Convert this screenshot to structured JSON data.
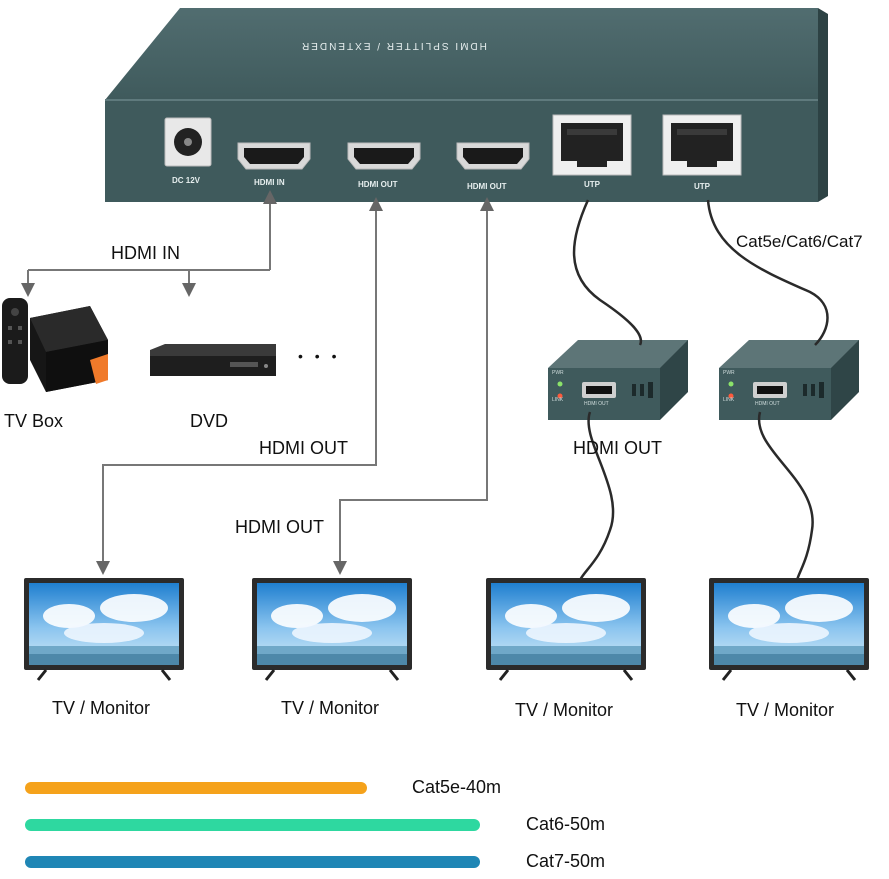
{
  "device": {
    "top_text": "HDMI SPLITTER / EXTENDER",
    "ports": {
      "dc": "DC 12V",
      "hdmi_in": "HDMI IN",
      "hdmi_out_1": "HDMI OUT",
      "hdmi_out_2": "HDMI OUT",
      "utp_1": "UTP",
      "utp_2": "UTP"
    },
    "receiver_1": {
      "led_top": "PWR",
      "led_bottom": "LINK",
      "port": "HDMI OUT"
    },
    "receiver_2": {
      "led_top": "PWR",
      "led_bottom": "LINK",
      "port": "HDMI OUT"
    }
  },
  "labels": {
    "hdmi_in": "HDMI IN",
    "cable_types": "Cat5e/Cat6/Cat7",
    "tv_box": "TV Box",
    "dvd": "DVD",
    "ellipsis": "• • •",
    "hdmi_out_1": "HDMI OUT",
    "hdmi_out_2": "HDMI OUT",
    "hdmi_out_receiver": "HDMI OUT",
    "tv_1": "TV / Monitor",
    "tv_2": "TV / Monitor",
    "tv_3": "TV / Monitor",
    "tv_4": "TV / Monitor"
  },
  "legend": [
    {
      "label": "Cat5e-40m",
      "color": "#f5a21b"
    },
    {
      "label": "Cat6-50m",
      "color": "#2ed8a0"
    },
    {
      "label": "Cat7-50m",
      "color": "#1f86b5"
    }
  ],
  "colors": {
    "device": "#3f5a5c",
    "arrow": "#777777",
    "cable": "#2a2a2a"
  }
}
